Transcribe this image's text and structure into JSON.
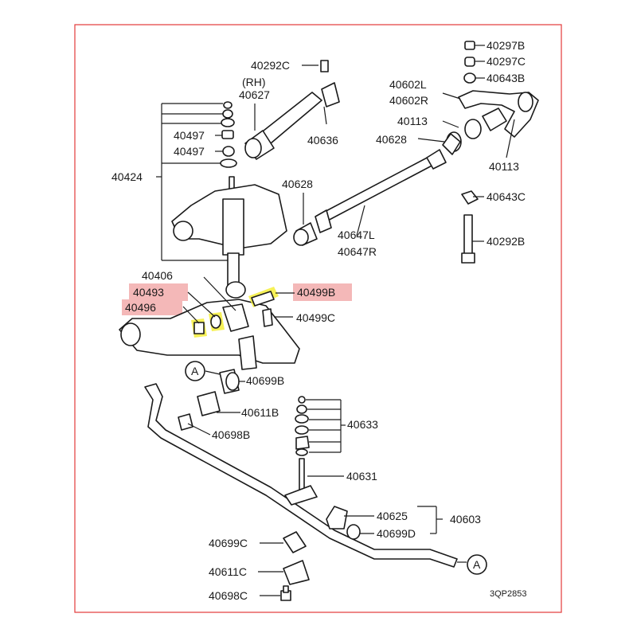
{
  "colors": {
    "frame": "#e23a3a",
    "label_highlight": "#f4b8b8",
    "part_highlight": "#f5ef3a",
    "ink": "#1a1a1a"
  },
  "labels": {
    "p40297b": "40297B",
    "p40297c": "40297C",
    "p40643b": "40643B",
    "p40292c": "40292C",
    "rh": "(RH)",
    "p40627": "40627",
    "p40602l": "40602L",
    "p40602r": "40602R",
    "p40113a": "40113",
    "p40636": "40636",
    "p40628a": "40628",
    "p40113b": "40113",
    "p40497a": "40497",
    "p40497b": "40497",
    "p40424": "40424",
    "p40628b": "40628",
    "p40643c": "40643C",
    "p40647l": "40647L",
    "p40647r": "40647R",
    "p40292b": "40292B",
    "p40406": "40406",
    "p40493": "40493",
    "p40499b": "40499B",
    "p40496": "40496",
    "p40499c": "40499C",
    "circle_a1": "A",
    "p40699b": "40699B",
    "p40611b": "40611B",
    "p40633": "40633",
    "p40698b": "40698B",
    "p40631": "40631",
    "p40625": "40625",
    "p40603": "40603",
    "p40699d": "40699D",
    "p40699c": "40699C",
    "circle_a2": "A",
    "p40611c": "40611C",
    "p40698c": "40698C",
    "code": "3QP2853"
  }
}
